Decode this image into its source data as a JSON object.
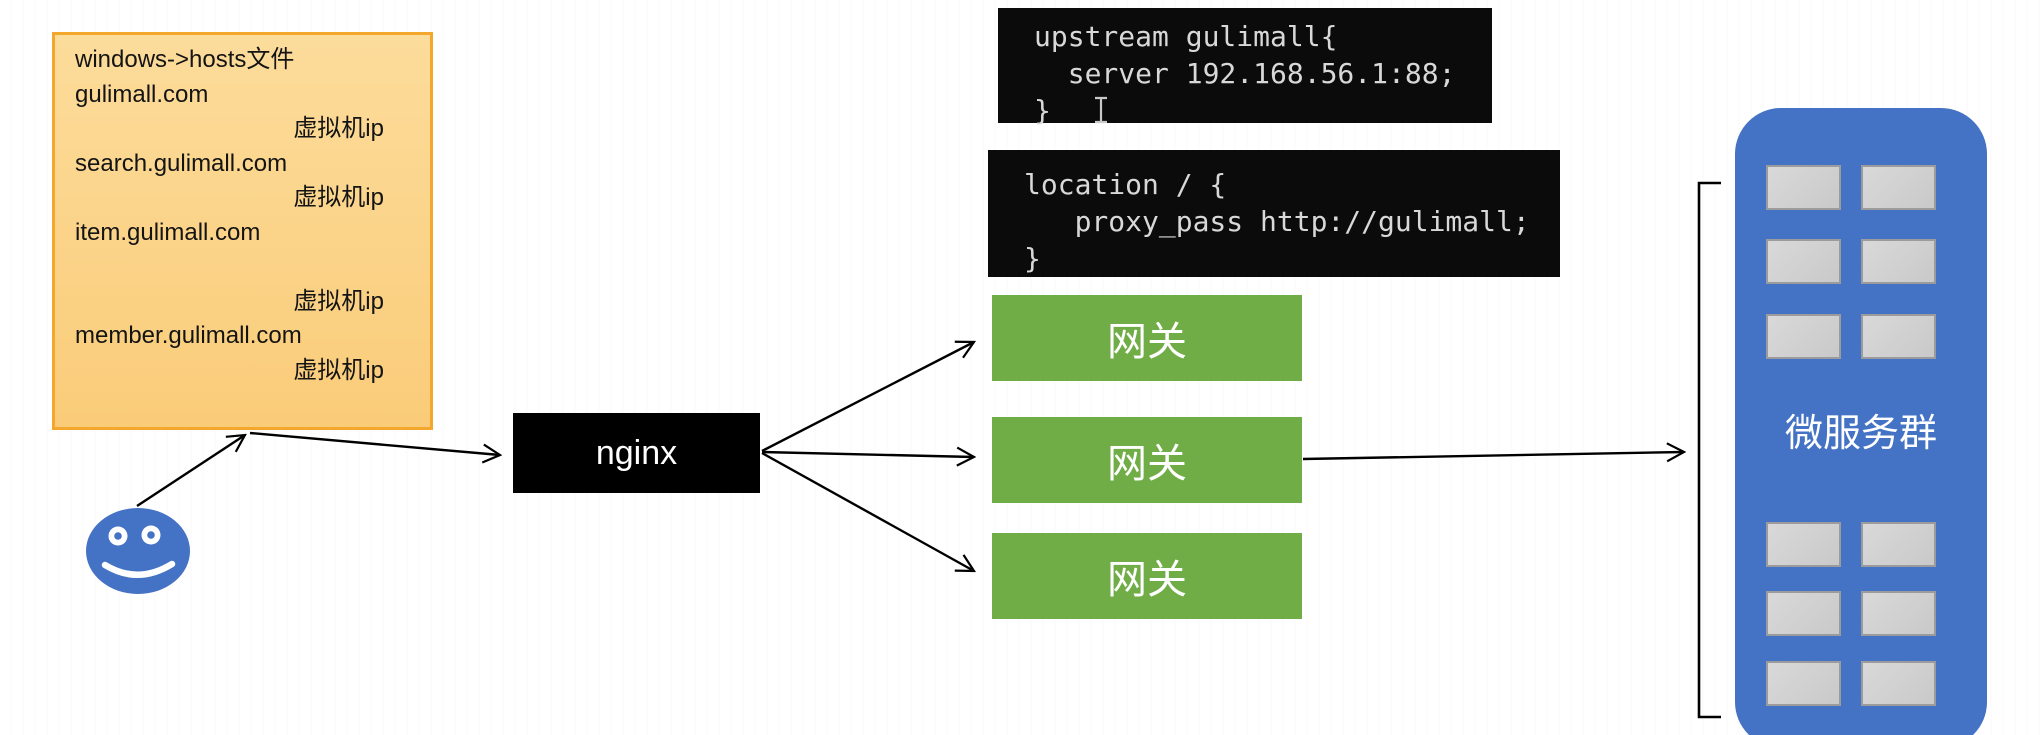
{
  "hosts_note": {
    "lines": [
      {
        "text": "windows->hosts文件"
      },
      {
        "text": "gulimall.com"
      },
      {
        "text": "虚拟机ip"
      },
      {
        "text": "search.gulimall.com"
      },
      {
        "text": "虚拟机ip"
      },
      {
        "text": "item.gulimall.com"
      },
      {
        "text": ""
      },
      {
        "text": "虚拟机ip"
      },
      {
        "text": "member.gulimall.com"
      },
      {
        "text": "虚拟机ip"
      }
    ]
  },
  "code_blocks": [
    {
      "name": "nginx-upstream-config",
      "lines": [
        "upstream gulimall{",
        "  server 192.168.56.1:88;",
        "}"
      ]
    },
    {
      "name": "nginx-location-config",
      "lines": [
        "location / {",
        "   proxy_pass http://gulimall;",
        "}"
      ]
    }
  ],
  "nodes": {
    "nginx": {
      "label": "nginx"
    },
    "gateways": [
      {
        "label": "网关"
      },
      {
        "label": "网关"
      },
      {
        "label": "网关"
      }
    ],
    "cluster": {
      "label": "微服务群"
    }
  },
  "icons": {
    "user": "smiley-face-user",
    "cursor": "i-beam-text-cursor"
  },
  "colors": {
    "note_fill": "#FBD184",
    "note_border": "#F3A72C",
    "gateway_green": "#70AD47",
    "cluster_blue": "#4472C4",
    "terminal_bg": "#0B0B0B",
    "terminal_fg": "#D8D8D8",
    "window_gray": "#D1D1D1",
    "box_black": "#000000"
  }
}
